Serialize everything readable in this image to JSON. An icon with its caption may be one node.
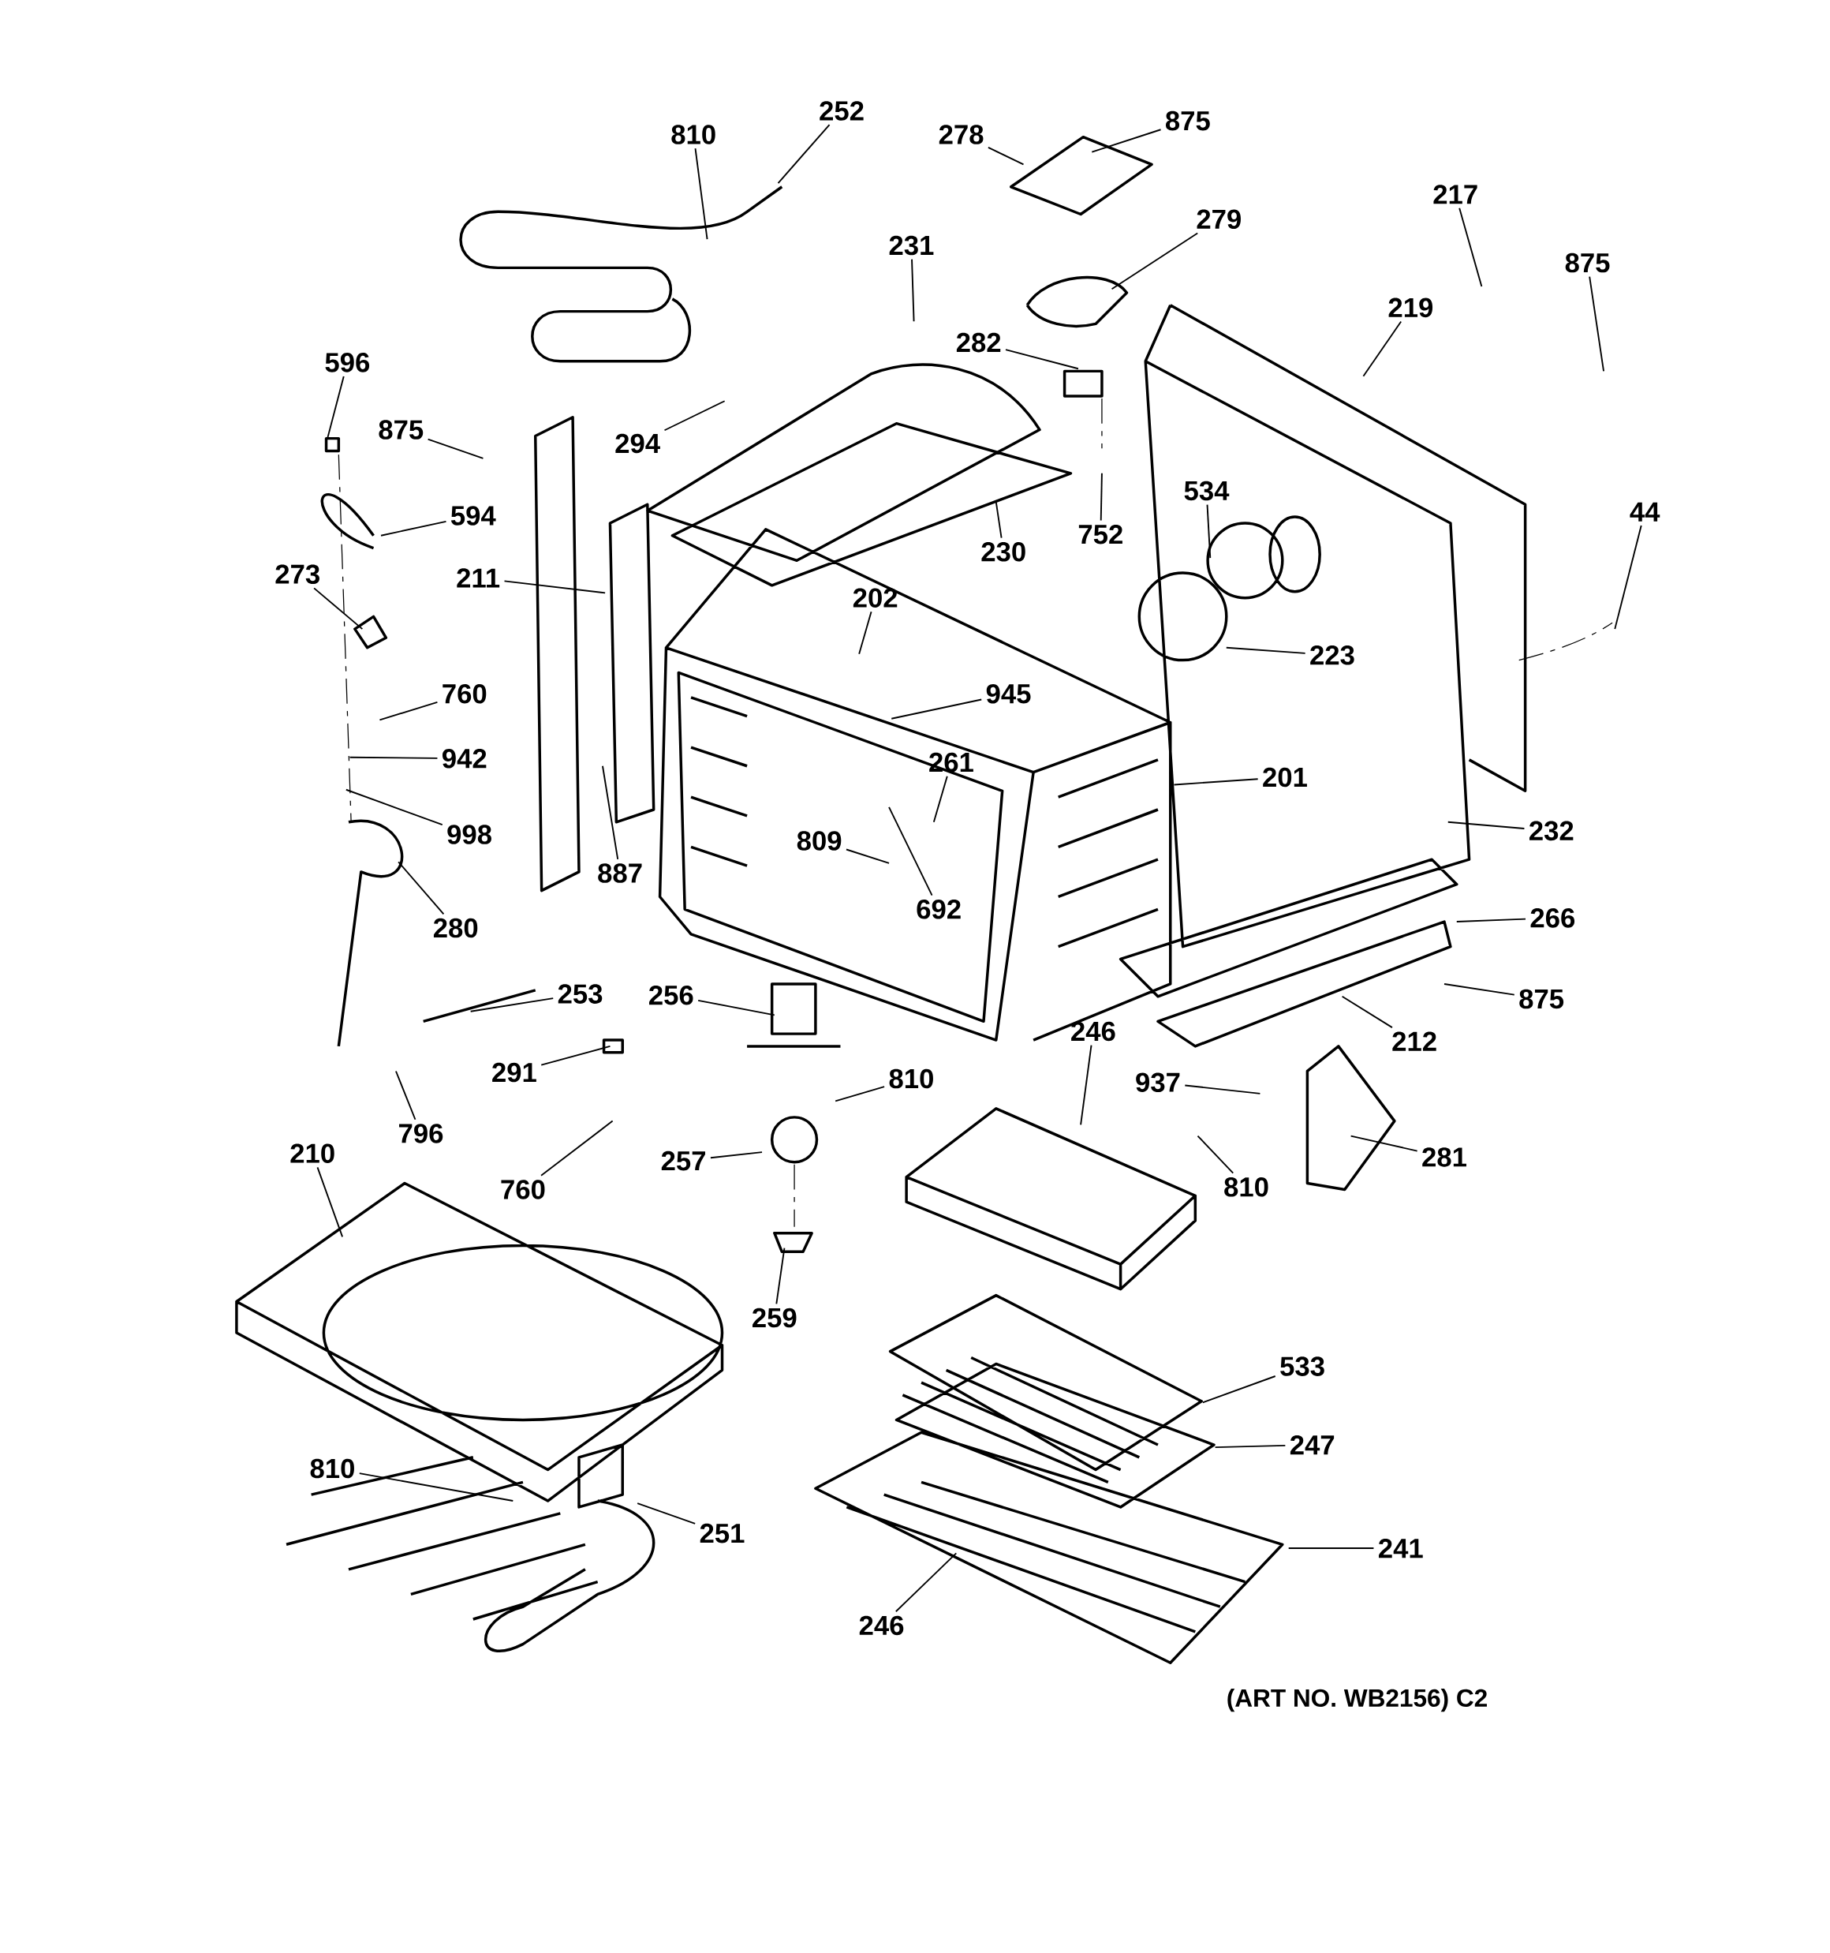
{
  "diagram": {
    "nodes": [
      {
        "text": [
          "810"
        ]
      },
      {
        "text": [
          "252"
        ]
      },
      {
        "text": [
          "278"
        ]
      },
      {
        "text": [
          "875"
        ]
      },
      {
        "text": [
          "279"
        ]
      },
      {
        "text": [
          "217"
        ]
      },
      {
        "text": [
          "875"
        ]
      },
      {
        "text": [
          "231"
        ]
      },
      {
        "text": [
          "282"
        ]
      },
      {
        "text": [
          "219"
        ]
      },
      {
        "text": [
          "596"
        ]
      },
      {
        "text": [
          "875"
        ]
      },
      {
        "text": [
          "294"
        ]
      },
      {
        "text": [
          "594"
        ]
      },
      {
        "text": [
          "534"
        ]
      },
      {
        "text": [
          "44"
        ]
      },
      {
        "text": [
          "273"
        ]
      },
      {
        "text": [
          "211"
        ]
      },
      {
        "text": [
          "230"
        ]
      },
      {
        "text": [
          "752"
        ]
      },
      {
        "text": [
          "202"
        ]
      },
      {
        "text": [
          "223"
        ]
      },
      {
        "text": [
          "760"
        ]
      },
      {
        "text": [
          "945"
        ]
      },
      {
        "text": [
          "942"
        ]
      },
      {
        "text": [
          "261"
        ]
      },
      {
        "text": [
          "201"
        ]
      },
      {
        "text": [
          "998"
        ]
      },
      {
        "text": [
          "809"
        ]
      },
      {
        "text": [
          "887"
        ]
      },
      {
        "text": [
          "692"
        ]
      },
      {
        "text": [
          "232"
        ]
      },
      {
        "text": [
          "280"
        ]
      },
      {
        "text": [
          "266"
        ]
      },
      {
        "text": [
          "253"
        ]
      },
      {
        "text": [
          "256"
        ]
      },
      {
        "text": [
          "246"
        ]
      },
      {
        "text": [
          "875"
        ]
      },
      {
        "text": [
          "212"
        ]
      },
      {
        "text": [
          "291"
        ]
      },
      {
        "text": [
          "810"
        ]
      },
      {
        "text": [
          "937"
        ]
      },
      {
        "text": [
          "796"
        ]
      },
      {
        "text": [
          "760"
        ]
      },
      {
        "text": [
          "210"
        ]
      },
      {
        "text": [
          "257"
        ]
      },
      {
        "text": [
          "810"
        ]
      },
      {
        "text": [
          "281"
        ]
      },
      {
        "text": [
          "259"
        ]
      },
      {
        "text": [
          "533"
        ]
      },
      {
        "text": [
          "247"
        ]
      },
      {
        "text": [
          "810"
        ]
      },
      {
        "text": [
          "251"
        ]
      },
      {
        "text": [
          "241"
        ]
      },
      {
        "text": [
          "246"
        ]
      }
    ],
    "edges": [
      {
        "from": 0,
        "to": null,
        "arrow": "none"
      },
      {
        "from": 1,
        "to": null,
        "arrow": "none"
      },
      {
        "from": 2,
        "to": null,
        "arrow": "none"
      },
      {
        "from": 3,
        "to": null,
        "arrow": "none"
      },
      {
        "from": 4,
        "to": null,
        "arrow": "none"
      },
      {
        "from": 5,
        "to": null,
        "arrow": "none"
      },
      {
        "from": 6,
        "to": null,
        "arrow": "none"
      },
      {
        "from": 7,
        "to": null,
        "arrow": "none"
      },
      {
        "from": 8,
        "to": null,
        "arrow": "none"
      },
      {
        "from": 9,
        "to": null,
        "arrow": "none"
      },
      {
        "from": 10,
        "to": null,
        "arrow": "none"
      },
      {
        "from": 11,
        "to": null,
        "arrow": "none"
      },
      {
        "from": 12,
        "to": null,
        "arrow": "none"
      },
      {
        "from": 13,
        "to": null,
        "arrow": "none"
      },
      {
        "from": 14,
        "to": null,
        "arrow": "none"
      },
      {
        "from": 15,
        "to": null,
        "arrow": "none"
      },
      {
        "from": 16,
        "to": null,
        "arrow": "none"
      },
      {
        "from": 17,
        "to": null,
        "arrow": "none"
      },
      {
        "from": 18,
        "to": null,
        "arrow": "none"
      },
      {
        "from": 19,
        "to": null,
        "arrow": "none"
      },
      {
        "from": 20,
        "to": null,
        "arrow": "none"
      },
      {
        "from": 21,
        "to": null,
        "arrow": "none"
      },
      {
        "from": 22,
        "to": null,
        "arrow": "none"
      },
      {
        "from": 23,
        "to": null,
        "arrow": "none"
      },
      {
        "from": 24,
        "to": null,
        "arrow": "none"
      },
      {
        "from": 25,
        "to": null,
        "arrow": "none"
      },
      {
        "from": 26,
        "to": null,
        "arrow": "none"
      },
      {
        "from": 27,
        "to": null,
        "arrow": "none"
      },
      {
        "from": 28,
        "to": null,
        "arrow": "none"
      },
      {
        "from": 29,
        "to": null,
        "arrow": "none"
      },
      {
        "from": 30,
        "to": null,
        "arrow": "none"
      },
      {
        "from": 31,
        "to": null,
        "arrow": "none"
      },
      {
        "from": 32,
        "to": null,
        "arrow": "none"
      },
      {
        "from": 33,
        "to": null,
        "arrow": "none"
      },
      {
        "from": 34,
        "to": null,
        "arrow": "none"
      },
      {
        "from": 35,
        "to": null,
        "arrow": "none"
      },
      {
        "from": 36,
        "to": null,
        "arrow": "none"
      },
      {
        "from": 37,
        "to": null,
        "arrow": "none"
      },
      {
        "from": 38,
        "to": null,
        "arrow": "none"
      },
      {
        "from": 39,
        "to": null,
        "arrow": "none"
      },
      {
        "from": 40,
        "to": null,
        "arrow": "none"
      },
      {
        "from": 41,
        "to": null,
        "arrow": "none"
      },
      {
        "from": 42,
        "to": null,
        "arrow": "none"
      },
      {
        "from": 43,
        "to": null,
        "arrow": "none"
      },
      {
        "from": 44,
        "to": null,
        "arrow": "none"
      },
      {
        "from": 45,
        "to": null,
        "arrow": "none"
      },
      {
        "from": 46,
        "to": null,
        "arrow": "none"
      },
      {
        "from": 47,
        "to": null,
        "arrow": "none"
      },
      {
        "from": 48,
        "to": null,
        "arrow": "none"
      },
      {
        "from": 49,
        "to": null,
        "arrow": "none"
      },
      {
        "from": 50,
        "to": null,
        "arrow": "none"
      },
      {
        "from": 51,
        "to": null,
        "arrow": "none"
      },
      {
        "from": 52,
        "to": null,
        "arrow": "none"
      },
      {
        "from": 53,
        "to": null,
        "arrow": "none"
      },
      {
        "from": 54,
        "to": null,
        "arrow": "none"
      }
    ],
    "labels": [
      "(ART NO. WB2156) C2"
    ]
  }
}
